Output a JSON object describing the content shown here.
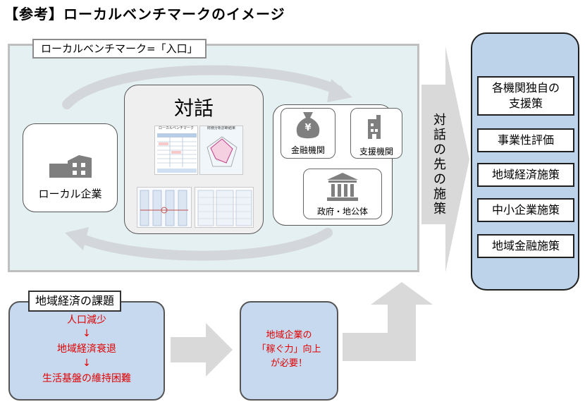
{
  "title": "【参考】ローカルベンチマークのイメージ",
  "panel_caption": "ローカルベンチマーク=「入口」",
  "local_company": "ローカル企業",
  "dialogue": "対話",
  "doc_heading_left": "ローカルベンチマーク",
  "doc_heading_right": "財務分析診断結果",
  "institutions": {
    "finance": "金融機関",
    "support": "支援機関",
    "government": "政府・地公体"
  },
  "yen_symbol": "¥",
  "beyond_label": [
    "対",
    "話",
    "の",
    "先",
    "の",
    "施",
    "策"
  ],
  "policies": {
    "own_support_line1": "各機関独自の",
    "own_support_line2": "支援策",
    "business_eval": "事業性評価",
    "regional_econ": "地域経済施策",
    "sme": "中小企業施策",
    "regional_finance": "地域金融施策"
  },
  "issues": {
    "caption": "地域経済の課題",
    "items": [
      "人口減少",
      "↓",
      "地域経済衰退",
      "↓",
      "生活基盤の維持困難"
    ]
  },
  "need": {
    "line1": "地域企業の",
    "line2": "「稼ぐ力」向上",
    "line3": "が必要！"
  },
  "colors": {
    "panel_bg": "#e5f0f3",
    "policy_bg": "#bdd3ea",
    "issue_bg": "#c6d9ee",
    "arrow_gray": "#d9d9d9",
    "highlight_red": "#e00000",
    "icon_gray": "#7f7f7f"
  },
  "icons": [
    "building-icon",
    "money-bag-icon",
    "office-building-icon",
    "government-building-icon"
  ]
}
